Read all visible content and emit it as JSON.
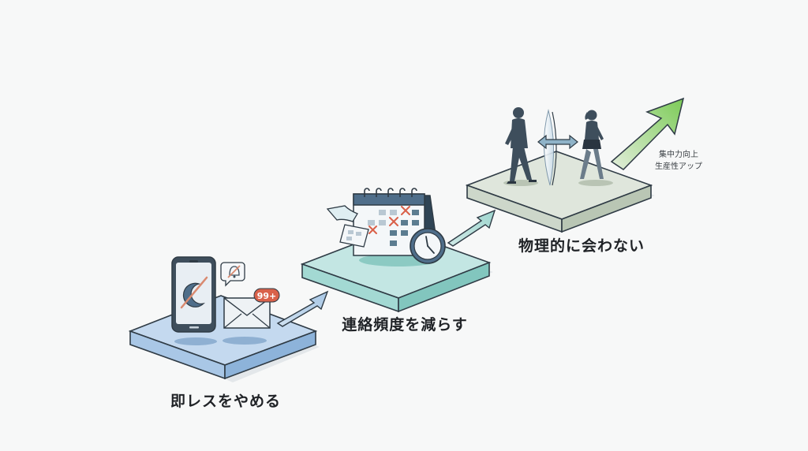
{
  "steps": [
    {
      "label": "即レスをやめる",
      "color_top": "#c4d9ef",
      "color_side": "#9fbfe0",
      "icons": [
        "smartphone-do-not-disturb-icon",
        "bell-muted-icon",
        "envelope-icon"
      ],
      "badge": "99+"
    },
    {
      "label": "連絡頻度を減らす",
      "color_top": "#c3e6e3",
      "color_side": "#8fcfc9",
      "icons": [
        "calendar-crossed-icon",
        "clock-icon"
      ]
    },
    {
      "label": "物理的に会わない",
      "color_top": "#dfe6dc",
      "color_side": "#c3cfbf",
      "icons": [
        "man-walking-icon",
        "barrier-icon",
        "double-arrow-icon",
        "woman-walking-icon"
      ]
    }
  ],
  "result": {
    "line1": "集中力向上",
    "line2": "生産性アップ",
    "arrow_color": "#8fd16f"
  },
  "colors": {
    "background": "#f7f8f8",
    "outline": "#2f3b45",
    "accent_red": "#d9614a"
  }
}
